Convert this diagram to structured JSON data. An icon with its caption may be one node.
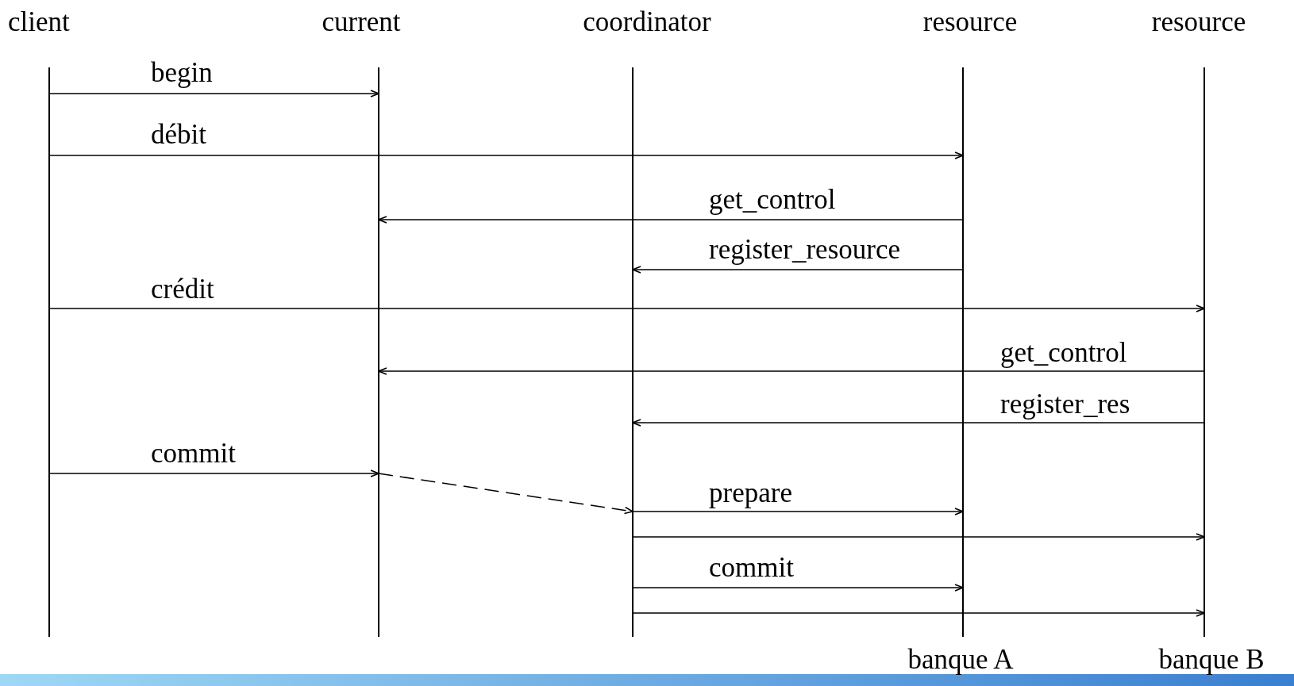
{
  "diagram": {
    "nodes": [
      {
        "text": [
          "client"
        ]
      },
      {
        "text": [
          "current"
        ]
      },
      {
        "text": [
          "coordinator"
        ]
      },
      {
        "text": [
          "resource"
        ],
        "beside": [
          "banque A"
        ]
      },
      {
        "text": [
          "resource"
        ],
        "beside": [
          "banque B"
        ]
      }
    ],
    "edges": [
      {
        "from": 0,
        "to": 1,
        "arrow": "to",
        "label": "begin"
      },
      {
        "from": 0,
        "to": 3,
        "arrow": "to",
        "label": "débit"
      },
      {
        "from": 3,
        "to": 1,
        "arrow": "to",
        "label": "get_control"
      },
      {
        "from": 3,
        "to": 2,
        "arrow": "to",
        "label": "register_resource"
      },
      {
        "from": 0,
        "to": 4,
        "arrow": "to",
        "label": "crédit"
      },
      {
        "from": 4,
        "to": 1,
        "arrow": "to",
        "label": "get_control"
      },
      {
        "from": 4,
        "to": 2,
        "arrow": "to",
        "label": "register_res"
      },
      {
        "from": 0,
        "to": 1,
        "arrow": "to",
        "label": "commit"
      },
      {
        "from": 1,
        "to": 2,
        "arrow": "to",
        "style": "dashed"
      },
      {
        "from": 2,
        "to": 3,
        "arrow": "to",
        "label": "prepare"
      },
      {
        "from": 2,
        "to": 4,
        "arrow": "to"
      },
      {
        "from": 2,
        "to": 3,
        "arrow": "to",
        "label": "commit"
      },
      {
        "from": 2,
        "to": 4,
        "arrow": "to"
      }
    ]
  }
}
